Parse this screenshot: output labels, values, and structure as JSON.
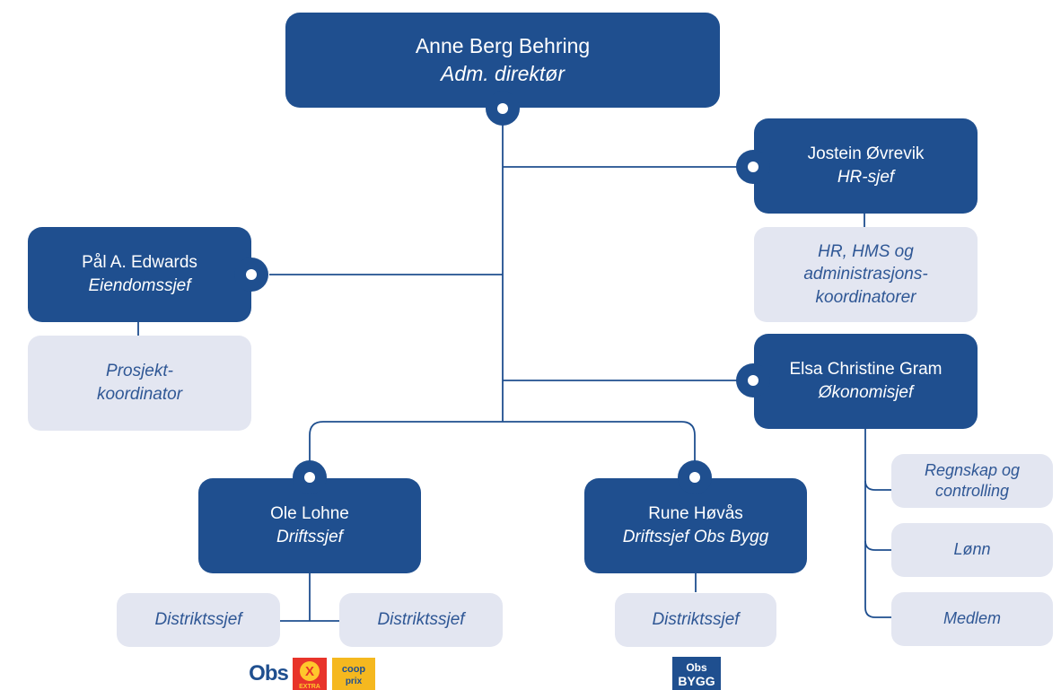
{
  "colors": {
    "node_fill": "#1f4f8f",
    "node_text": "#ffffff",
    "sub_fill": "#e3e6f1",
    "sub_text": "#2f5795",
    "connector": "#1f4f8f"
  },
  "ceo": {
    "name": "Anne Berg Behring",
    "title": "Adm. direktør"
  },
  "managers": {
    "hr": {
      "name": "Jostein Øvrevik",
      "title": "HR-sjef"
    },
    "property": {
      "name": "Pål A. Edwards",
      "title": "Eiendomssjef"
    },
    "finance": {
      "name": "Elsa Christine Gram",
      "title": "Økonomisjef"
    },
    "ops": {
      "name": "Ole Lohne",
      "title": "Driftssjef"
    },
    "ops_bygg": {
      "name": "Rune Høvås",
      "title": "Driftssjef Obs Bygg"
    }
  },
  "teams": {
    "hr": "HR, HMS og\nadministrasjons-\nkoordinatorer",
    "property": "Prosjekt-\nkoordinator",
    "finance": [
      "Regnskap og\ncontrolling",
      "Lønn",
      "Medlem"
    ],
    "ops": [
      "Distriktssjef",
      "Distriktssjef"
    ],
    "ops_bygg": "Distriktssjef"
  },
  "logos": {
    "obs": "Obs",
    "extra_mark": "X",
    "extra": "EXTRA",
    "coop": "coop",
    "prix": "prix",
    "obs_bygg_top": "Obs",
    "obs_bygg_bottom": "BYGG"
  }
}
